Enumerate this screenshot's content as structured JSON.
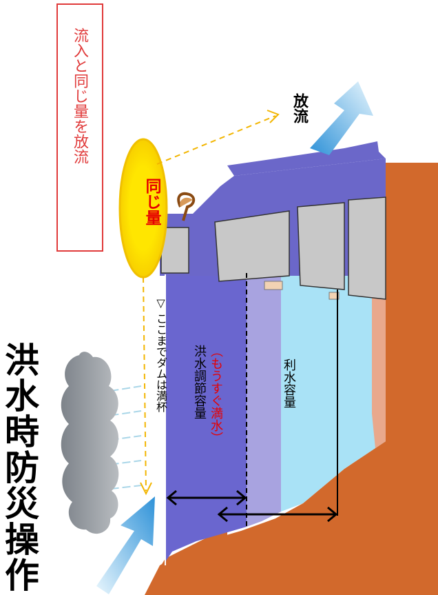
{
  "title": "洪水時防災操作",
  "note": "流入と同じ量を放流",
  "release_label": "放流",
  "same_amount_label": "同じ量",
  "level_note": "▽ ここまでダムは満杯",
  "flood_capacity": {
    "label": "洪水調節容量",
    "sub_label": "（もうすぐ満水）"
  },
  "water_use_capacity_label": "利水容量",
  "colors": {
    "note_red": "#e03a3a",
    "same_red": "#e60000",
    "ground": "#d2692c",
    "dam_body": "#6b67c9",
    "flood_water": "#6a66cf",
    "mid_water": "#a8a3e0",
    "water_use": "#a9e2f6",
    "gate": "#c8c8c8",
    "sun_yellow": "#ffe600",
    "arrow_blue": "#4aa8dc",
    "cloud": "#8a8f95"
  },
  "icons": [
    "cloud-icon",
    "inflow-arrow-icon",
    "release-arrow-icon",
    "sun-ellipse-icon",
    "crane-hook-icon"
  ]
}
